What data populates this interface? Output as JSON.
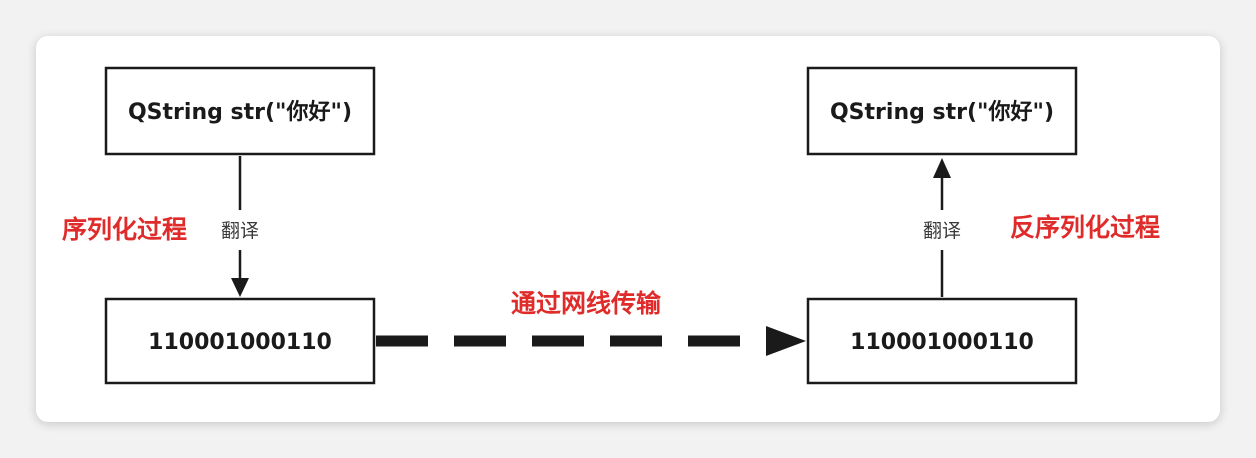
{
  "nodes": {
    "source_object": "QString str(\"你好\")",
    "target_object": "QString str(\"你好\")",
    "source_binary": "110001000110",
    "target_binary": "110001000110"
  },
  "edges": {
    "left_arrow_label": "翻译",
    "right_arrow_label": "翻译"
  },
  "phases": {
    "serialize": "序列化过程",
    "deserialize": "反序列化过程",
    "transmit": "通过网线传输"
  },
  "colors": {
    "phase_text": "#e02b2b",
    "node_border": "#1a1a1a",
    "arrow": "#1a1a1a"
  }
}
